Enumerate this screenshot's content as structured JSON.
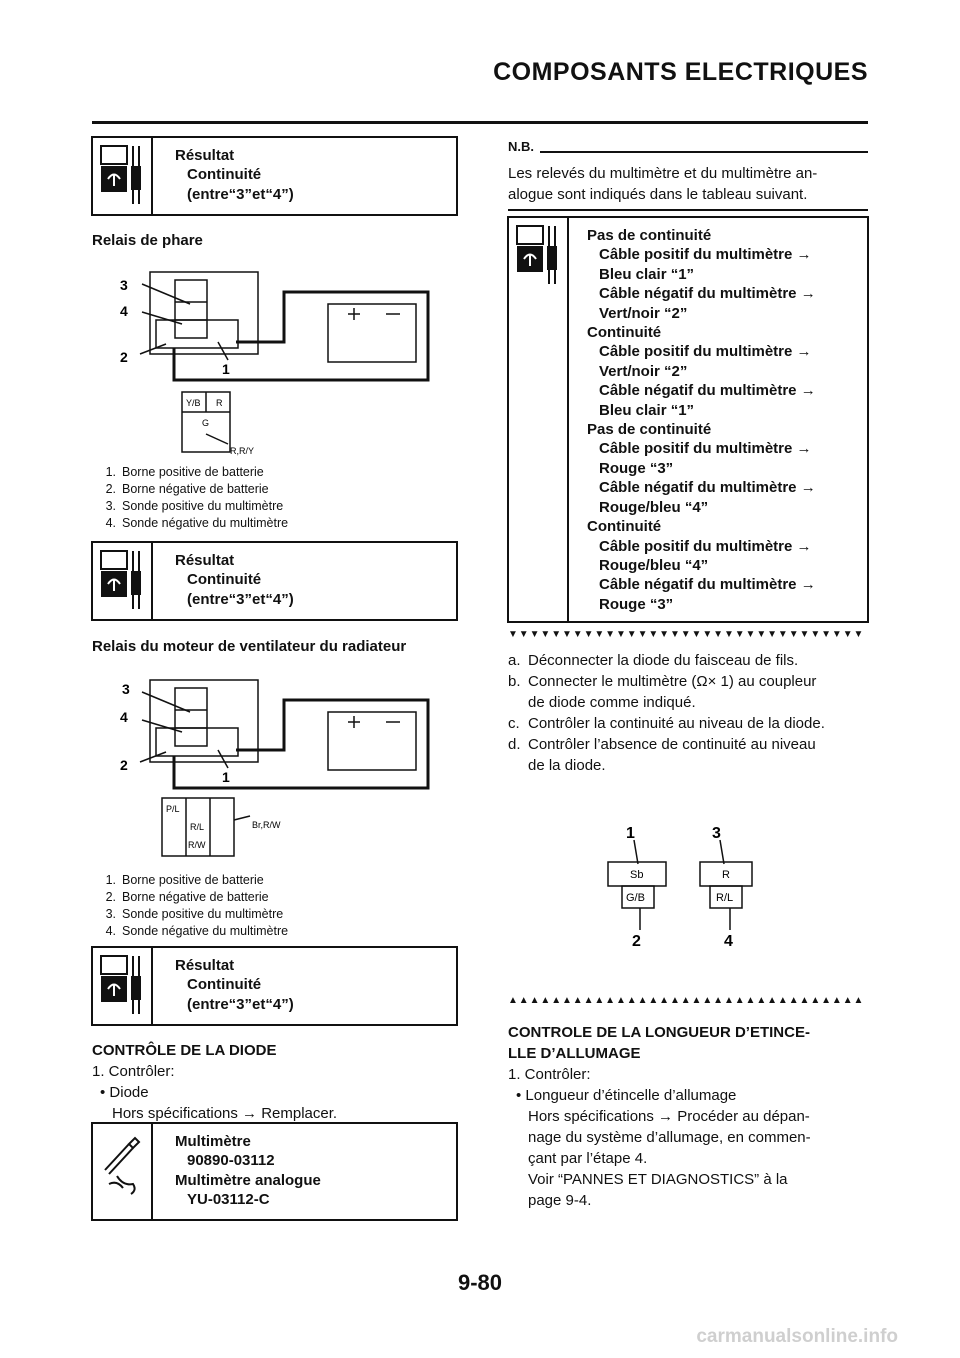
{
  "header": {
    "title": "COMPOSANTS ELECTRIQUES"
  },
  "left": {
    "result_box": {
      "label": "Résultat",
      "value": "Continuité",
      "detail": "(entre“3”et“4”)"
    },
    "headlight_relay": {
      "title": "Relais de phare",
      "diagram": {
        "callouts": [
          "1",
          "2",
          "3",
          "4"
        ],
        "connector": [
          "Y/B",
          "R",
          "G",
          "R,R/Y"
        ]
      },
      "legend": [
        {
          "num": "1.",
          "text": "Borne positive de batterie"
        },
        {
          "num": "2.",
          "text": "Borne négative de batterie"
        },
        {
          "num": "3.",
          "text": "Sonde positive du multimètre"
        },
        {
          "num": "4.",
          "text": "Sonde négative du multimètre"
        }
      ]
    },
    "fan_relay": {
      "title": "Relais du moteur de ventilateur du radiateur",
      "diagram": {
        "callouts": [
          "1",
          "2",
          "3",
          "4"
        ],
        "connector": [
          "P/L",
          "R/L",
          "R/W",
          "Br,R/W"
        ]
      },
      "legend": [
        {
          "num": "1.",
          "text": "Borne positive de batterie"
        },
        {
          "num": "2.",
          "text": "Borne négative de batterie"
        },
        {
          "num": "3.",
          "text": "Sonde positive du multimètre"
        },
        {
          "num": "4.",
          "text": "Sonde négative du multimètre"
        }
      ]
    },
    "diode_check": {
      "title": "CONTRÔLE DE LA DIODE",
      "step": "1. Contrôler:",
      "bullet": "• Diode",
      "outcome": "Hors spécifications → Remplacer."
    },
    "tool_box": {
      "l1": "Multimètre",
      "l2": "90890-03112",
      "l3": "Multimètre analogue",
      "l4": "YU-03112-C"
    }
  },
  "right": {
    "note_label": "N.B.",
    "note_text_1": "Les relevés du multimètre et du multimètre an-",
    "note_text_2": "alogue sont indiqués dans le tableau suivant.",
    "table_lines": [
      {
        "t": "Pas de continuité",
        "indent": false
      },
      {
        "t": "Câble positif du multimètre →",
        "indent": true
      },
      {
        "t": "Bleu clair “1”",
        "indent": true
      },
      {
        "t": "Câble négatif du multimètre →",
        "indent": true
      },
      {
        "t": "Vert/noir “2”",
        "indent": true
      },
      {
        "t": "Continuité",
        "indent": false
      },
      {
        "t": "Câble positif du multimètre →",
        "indent": true
      },
      {
        "t": "Vert/noir “2”",
        "indent": true
      },
      {
        "t": "Câble négatif du multimètre →",
        "indent": true
      },
      {
        "t": "Bleu clair “1”",
        "indent": true
      },
      {
        "t": "Pas de continuité",
        "indent": false
      },
      {
        "t": "Câble positif du multimètre →",
        "indent": true
      },
      {
        "t": "Rouge “3”",
        "indent": true
      },
      {
        "t": "Câble négatif du multimètre →",
        "indent": true
      },
      {
        "t": "Rouge/bleu “4”",
        "indent": true
      },
      {
        "t": "Continuité",
        "indent": false
      },
      {
        "t": "Câble positif du multimètre →",
        "indent": true
      },
      {
        "t": "Rouge/bleu “4”",
        "indent": true
      },
      {
        "t": "Câble négatif du multimètre →",
        "indent": true
      },
      {
        "t": "Rouge “3”",
        "indent": true
      }
    ],
    "steps": [
      {
        "l": "a.",
        "t1": "Déconnecter la diode du faisceau de fils.",
        "t2": ""
      },
      {
        "l": "b.",
        "t1": "Connecter le multimètre (Ω× 1) au coupleur",
        "t2": "de diode comme indiqué."
      },
      {
        "l": "c.",
        "t1": "Contrôler la continuité au niveau de la diode.",
        "t2": ""
      },
      {
        "l": "d.",
        "t1": "Contrôler l’absence de continuité au niveau",
        "t2": "de la diode."
      }
    ],
    "diode_diagram": {
      "callouts": [
        "1",
        "2",
        "3",
        "4"
      ],
      "pins": [
        "Sb",
        "G/B",
        "R",
        "R/L"
      ]
    },
    "spark": {
      "title_1": "CONTROLE DE LA LONGUEUR D’ETINCE-",
      "title_2": "LLE D’ALLUMAGE",
      "step": "1. Contrôler:",
      "bullet": "• Longueur d’étincelle d’allumage",
      "l1": "Hors spécifications → Procéder au dépan-",
      "l2": "nage du système d’allumage, en commen-",
      "l3": "çant par l’étape 4.",
      "l4": "Voir “PANNES ET DIAGNOSTICS” à la",
      "l5": "page 9-4."
    },
    "triangles_down": "▼▼▼▼▼▼▼▼▼▼▼▼▼▼▼▼▼▼▼▼▼▼▼▼▼▼▼▼▼▼▼▼▼",
    "triangles_up": "▲▲▲▲▲▲▲▲▲▲▲▲▲▲▲▲▲▲▲▲▲▲▲▲▲▲▲▲▲▲▲▲▲"
  },
  "footer": {
    "page": "9-80",
    "watermark": "carmanualsonline.info"
  }
}
